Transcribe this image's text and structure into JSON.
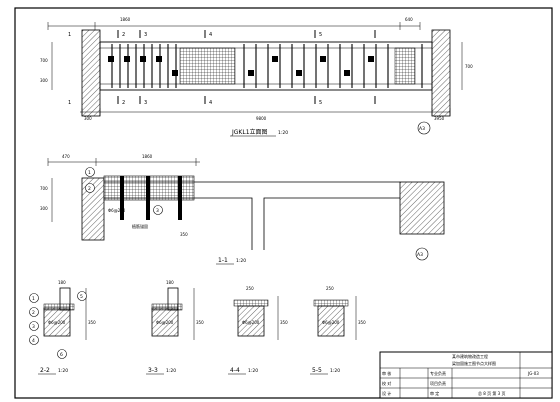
{
  "drawing": {
    "main_beam": {
      "title": "JGKL1立面图",
      "scale": "1:20",
      "dims_top": [
        "1860",
        "640"
      ],
      "dims_bottom": [
        "300",
        "9800",
        "3950"
      ],
      "side_dims_left": [
        "700",
        "300"
      ],
      "side_dims_right": [
        "700"
      ],
      "section_marks_top": [
        "1",
        "2",
        "3",
        "4",
        "5"
      ],
      "section_marks_bottom": [
        "1",
        "2",
        "3",
        "4",
        "5"
      ],
      "axis_label": "A3"
    },
    "section_1_1": {
      "title": "1-1",
      "scale": "1:20",
      "dims_top": [
        "470",
        "1860"
      ],
      "rebar_label": "Φ6@200",
      "note_label": "植筋锚固",
      "side_dims": [
        "700",
        "300",
        "350"
      ],
      "callouts": [
        "1",
        "2",
        "3"
      ],
      "axis_label": "A3"
    },
    "small_sections": [
      {
        "title": "2-2",
        "scale": "1:20",
        "dim_top": "180",
        "rebar": "Φ6@200",
        "dim_side": "350"
      },
      {
        "title": "3-3",
        "scale": "1:20",
        "dim_top": "180",
        "rebar": "Φ6@200",
        "dim_side": "350"
      },
      {
        "title": "4-4",
        "scale": "1:20",
        "dim_top": "250",
        "rebar": "Φ6@200",
        "dim_side": "350"
      },
      {
        "title": "5-5",
        "scale": "1:20",
        "dim_top": "250",
        "rebar": "Φ6@200",
        "dim_side": "350"
      }
    ],
    "small_callouts": [
      "1",
      "2",
      "3",
      "4",
      "5",
      "6"
    ],
    "title_block": {
      "project_line1": "某市建筑物改造工程",
      "project_line2": "梁加固施工图节点大样图",
      "rows": [
        {
          "left": "审 核",
          "mid": "专业负责"
        },
        {
          "left": "校 对",
          "mid": "项目负责"
        },
        {
          "left": "设 计",
          "mid": "审 定"
        }
      ],
      "sheet_label": "JG-03",
      "footer": "总 8 页 第 3 页"
    }
  }
}
